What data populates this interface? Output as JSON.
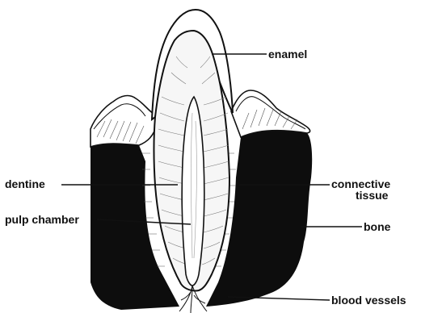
{
  "figure": {
    "labels": {
      "enamel": "enamel",
      "dentine": "dentine",
      "connective_tissue_line1": "connective",
      "connective_tissue_line2": "tissue",
      "pulp_chamber": "pulp chamber",
      "bone": "bone",
      "blood_vessels": "blood vessels"
    },
    "colors": {
      "ink": "#111111",
      "bone_fill": "#0d0d0d",
      "tissue": "#ffffff"
    }
  }
}
